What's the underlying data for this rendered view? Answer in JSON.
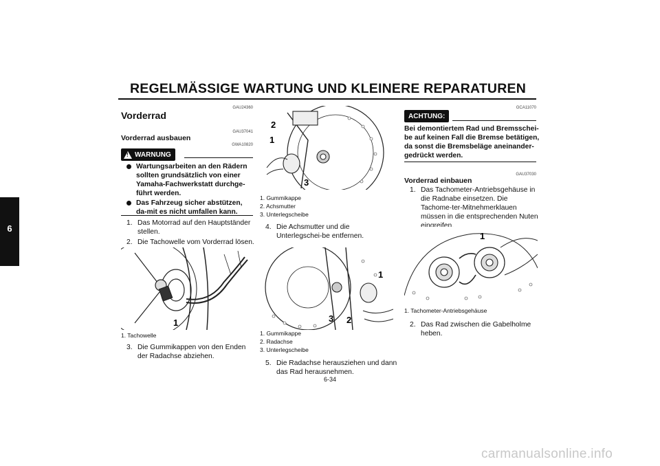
{
  "header": {
    "title": "REGELMÄSSIGE WARTUNG UND KLEINERE REPARATUREN",
    "chapter": "6"
  },
  "col1": {
    "code1": "GAU24360",
    "heading": "Vorderrad",
    "code2": "GAU37041",
    "subheading": "Vorderrad ausbauen",
    "warning_code": "GWA10820",
    "warning_label": "WARNUNG",
    "warning_items": [
      "Wartungsarbeiten an den Rädern sollten grundsätzlich von einer Yamaha-Fachwerkstatt durchge-führt werden.",
      "Das Fahrzeug sicher abstützen, da-mit es nicht umfallen kann."
    ],
    "steps": [
      {
        "num": "1.",
        "text": "Das Motorrad auf den Hauptständer stellen."
      },
      {
        "num": "2.",
        "text": "Die Tachowelle vom Vorderrad lösen."
      }
    ],
    "figure_callouts": [
      "1"
    ],
    "figure_captions": [
      "1. Tachowelle"
    ],
    "step3": {
      "num": "3.",
      "text": "Die Gummikappen von den Enden der Radachse abziehen."
    }
  },
  "col2": {
    "figure1_callouts": [
      "2",
      "1",
      "3"
    ],
    "figure1_captions": [
      "1. Gummikappe",
      "2. Achsmutter",
      "3. Unterlegscheibe"
    ],
    "step4": {
      "num": "4.",
      "text": "Die Achsmutter und die Unterlegschei-be entfernen."
    },
    "figure2_callouts": [
      "1",
      "3",
      "2"
    ],
    "figure2_captions": [
      "1. Gummikappe",
      "2. Radachse",
      "3. Unterlegscheibe"
    ],
    "step5": {
      "num": "5.",
      "text": "Die Radachse herausziehen und dann das Rad herausnehmen."
    }
  },
  "col3": {
    "caution_code": "GCA11070",
    "caution_label": "ACHTUNG:",
    "caution_text": "Bei demontiertem Rad und Bremsschei-be auf keinen Fall die Bremse betätigen, da sonst die Bremsbeläge aneinander-gedrückt werden.",
    "code2": "GAU37030",
    "subheading": "Vorderrad einbauen",
    "step1": {
      "num": "1.",
      "text": "Das Tachometer-Antriebsgehäuse in die Radnabe einsetzen. Die Tachome-ter-Mitnehmerklauen müssen in die entsprechenden Nuten eingreifen."
    },
    "figure_callouts": [
      "1"
    ],
    "figure_captions": [
      "1. Tachometer-Antriebsgehäuse"
    ],
    "step2": {
      "num": "2.",
      "text": "Das Rad zwischen die Gabelholme heben."
    }
  },
  "footer": {
    "page_number": "6-34",
    "watermark": "carmanualsonline.info"
  }
}
